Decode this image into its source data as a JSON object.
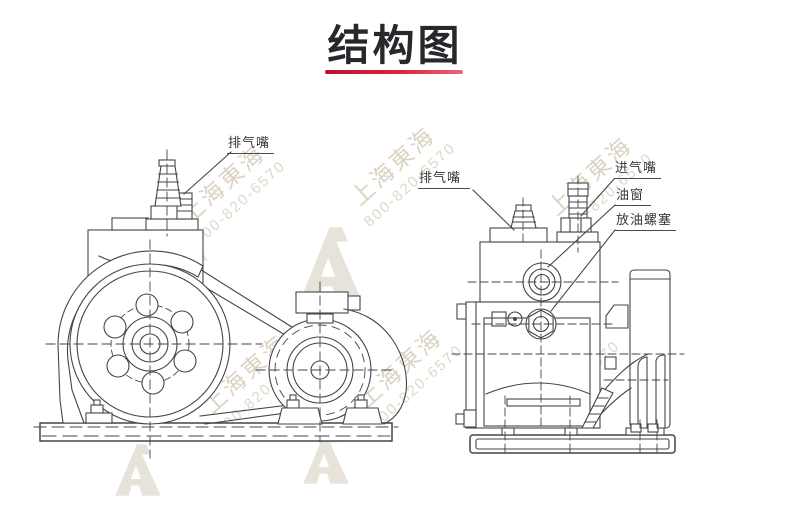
{
  "title": {
    "text": "结构图"
  },
  "callouts": {
    "exhaust_left": "排气嘴",
    "exhaust_right": "排气嘴",
    "intake": "进气嘴",
    "oil_window": "油窗",
    "drain_plug": "放油螺塞"
  },
  "watermark": {
    "company": "上海東海",
    "phone": "800-820-6570"
  },
  "colors": {
    "accent_red": "#d42a42",
    "line_ink": "#45454a",
    "title_ink": "#27272c",
    "watermark_tan": "#c0b098"
  }
}
